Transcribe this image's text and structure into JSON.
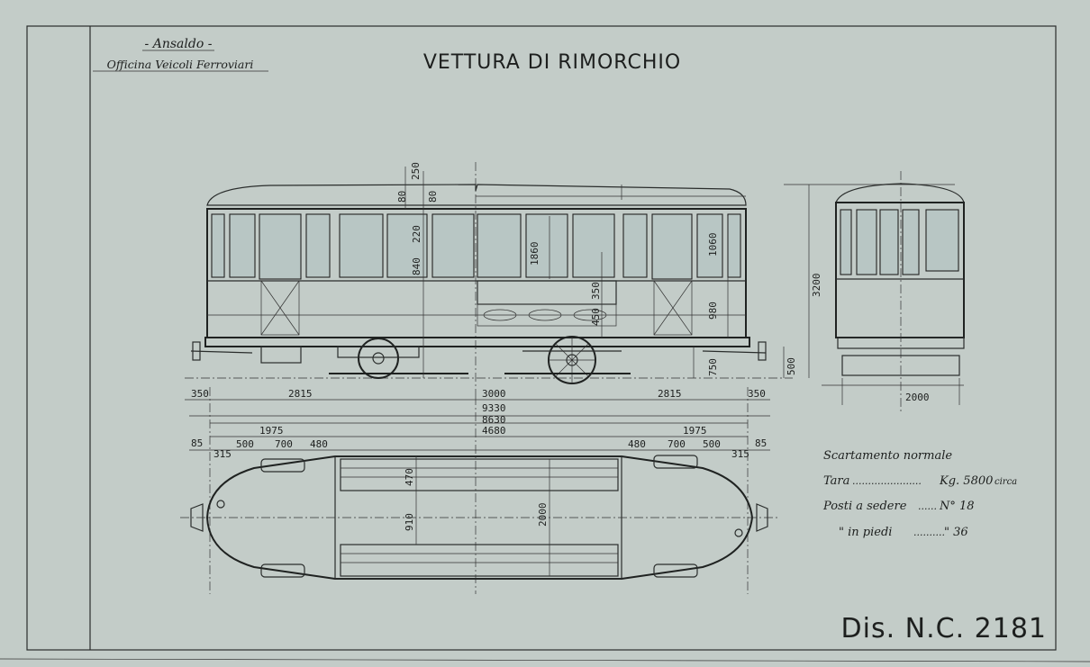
{
  "header": {
    "company": "- Ansaldo -",
    "division": "Officina Veicoli Ferroviari",
    "title": "VETTURA DI RIMORCHIO"
  },
  "side_view_dimensions": {
    "roof_height": "250",
    "roof_a": "80",
    "roof_b": "80",
    "upper_window": "220",
    "window_height": "840",
    "interior_height": "1860",
    "seat_back": "350",
    "seat_height": "450",
    "door_window": "1060",
    "door_lower": "980",
    "step_height": "750",
    "floor_height": "500",
    "total_height": "3200"
  },
  "end_view_dimensions": {
    "width": "2000"
  },
  "length_dimensions": {
    "overhang_left": "350",
    "end_left": "2815",
    "bogie_base": "3000",
    "end_right": "2815",
    "overhang_right": "350",
    "overall": "9330",
    "body": "8630",
    "saloon": "4680",
    "platform_left": "1975",
    "platform_right": "1975",
    "l85": "85",
    "l315": "315",
    "l500": "500",
    "l700": "700",
    "l480": "480",
    "r480": "480",
    "r700": "700",
    "r500": "500",
    "r315": "315",
    "r85": "85"
  },
  "plan_view_dimensions": {
    "bench_depth": "470",
    "aisle": "910",
    "inner_width": "2000"
  },
  "specs": {
    "gauge": "Scartamento normale",
    "tare_label": "Tara",
    "tare_dots": "......................",
    "tare_value": "Kg. 5800",
    "tare_suffix": "circa",
    "seated_label": "Posti a sedere",
    "seated_dots": "......",
    "seated_value": "N° 18",
    "standing_label": "\"  in piedi",
    "standing_dots": "..........",
    "standing_value": "\" 36"
  },
  "drawing_number": "Dis. N.C. 2181"
}
